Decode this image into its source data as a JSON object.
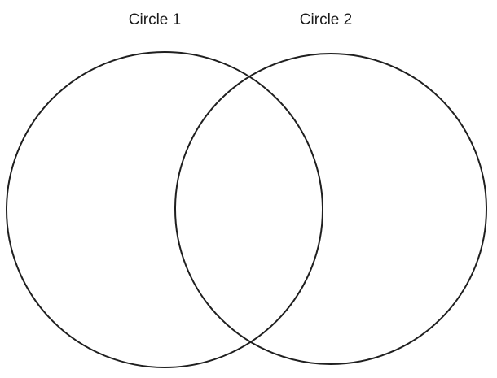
{
  "diagram": {
    "type": "venn-diagram",
    "title": "",
    "stroke_color": "#1f1f1f",
    "fill_color": "#ffffff",
    "circles": [
      {
        "label": "Circle 1"
      },
      {
        "label": "Circle 2"
      }
    ]
  }
}
